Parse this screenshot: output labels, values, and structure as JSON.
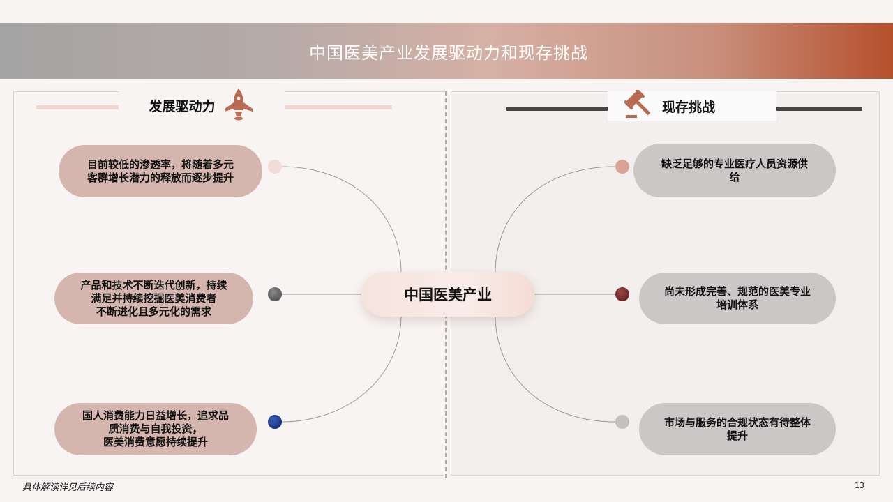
{
  "title": "中国医美产业发展驱动力和现存挑战",
  "center_label": "中国医美产业",
  "left": {
    "header": "发展驱动力",
    "icon": "rocket-icon",
    "items": [
      {
        "text": "目前较低的渗透率，将随着多元\n客群增长潜力的释放而逐步提升",
        "dot_color": "#f3dcd5"
      },
      {
        "text": "产品和技术不断迭代创新，持续\n满足并持续挖掘医美消费者\n不断进化且多元化的需求",
        "dot_color": "#505050"
      },
      {
        "text": "国人消费能力日益增长，追求品\n质消费与自我投资，\n医美消费意愿持续提升",
        "dot_color": "#1e3a8a"
      }
    ]
  },
  "right": {
    "header": "现存挑战",
    "icon": "gavel-icon",
    "items": [
      {
        "text": "缺乏足够的专业医疗人员资源供\n给",
        "dot_color": "#d9a497"
      },
      {
        "text": "尚未形成完善、规范的医美专业\n培训体系",
        "dot_color": "#6b2424"
      },
      {
        "text": "市场与服务的合规状态有待整体\n提升",
        "dot_color": "#c4c0bf"
      }
    ]
  },
  "colors": {
    "accent": "#b5502c",
    "left_pill": "#d4b6ae",
    "right_pill": "#cbc7c6",
    "left_header_line": "#f0d7cf",
    "right_header_line": "#4a4545"
  },
  "footnote": "具体解读详见后续内容",
  "page_number": "13"
}
